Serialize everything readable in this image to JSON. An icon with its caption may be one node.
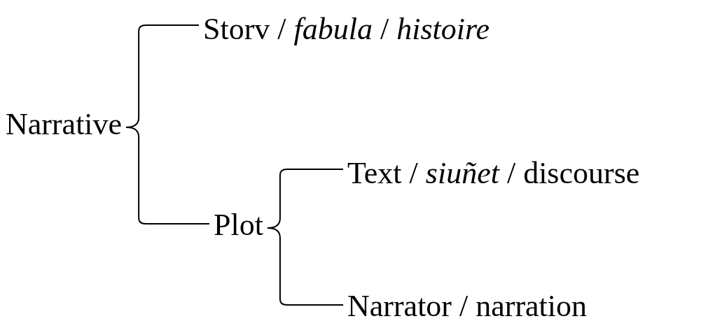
{
  "diagram": {
    "nodes": [
      {
        "text": [
          "Narrative"
        ]
      },
      {
        "text": [
          "Storv / *fabula* / *histoire*"
        ]
      },
      {
        "text": [
          "Plot"
        ]
      },
      {
        "text": [
          "Text / *siuñet* / discourse"
        ]
      },
      {
        "text": [
          "Narrator / narration"
        ]
      }
    ],
    "edges": [
      {
        "from": 0,
        "to": 1,
        "arrow": "none"
      },
      {
        "from": 0,
        "to": 2,
        "arrow": "none"
      },
      {
        "from": 2,
        "to": 3,
        "arrow": "none"
      },
      {
        "from": 2,
        "to": 4,
        "arrow": "none"
      }
    ]
  }
}
